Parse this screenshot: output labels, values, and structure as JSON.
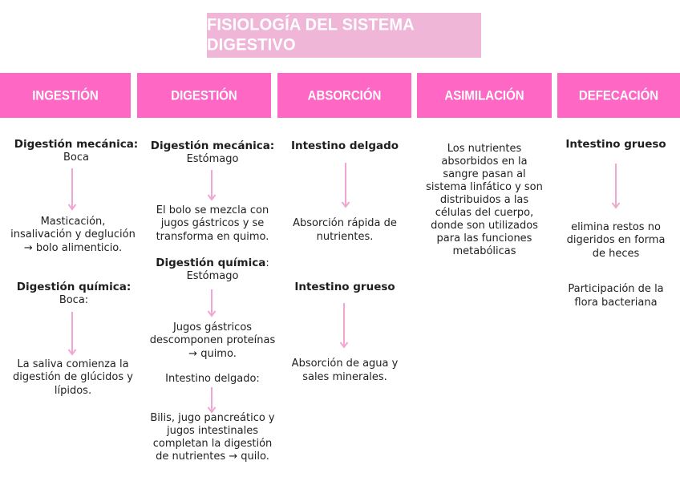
{
  "title": "FISIOLOGÍA DEL SISTEMA DIGESTIVO",
  "headers": [
    "INGESTIÓN",
    "DIGESTIÓN",
    "ABSORCIÓN",
    "ASIMILACIÓN",
    "DEFECACIÓN"
  ],
  "colors": {
    "title_bg": "#efb6d8",
    "header_bg": "#ff67c5",
    "arrow": "#f0a6d2",
    "text": "#1f1f1f"
  },
  "ingestion": {
    "mech_title": "Digestión mecánica:",
    "mech_organ": "Boca",
    "mech_desc_1": "Masticación,",
    "mech_desc_2": "insalivación y deglución",
    "mech_desc_3": "→ bolo alimenticio.",
    "chem_title": "Digestión química:",
    "chem_organ": "Boca:",
    "chem_desc_1": "La saliva comienza la",
    "chem_desc_2": "digestión de glúcidos y",
    "chem_desc_3": "lípidos."
  },
  "digestion": {
    "mech_title": "Digestión mecánica:",
    "mech_organ": "Estómago",
    "mech_desc_1": "El bolo se mezcla con",
    "mech_desc_2": "jugos gástricos y se",
    "mech_desc_3": "transforma en quimo.",
    "chem_title": "Digestión química",
    "chem_colon": ":",
    "chem_organ": "Estómago",
    "chem_desc_1": "Jugos gástricos",
    "chem_desc_2": "descomponen proteínas",
    "chem_desc_3": "→ quimo.",
    "intestine_label": "Intestino delgado:",
    "intestine_desc_1": "Bilis, jugo pancreático y",
    "intestine_desc_2": "jugos intestinales",
    "intestine_desc_3": "completan la digestión",
    "intestine_desc_4": "de nutrientes → quilo."
  },
  "absorption": {
    "small_title": "Intestino delgado",
    "small_desc_1": "Absorción rápida de",
    "small_desc_2": "nutrientes.",
    "large_title": "Intestino grueso",
    "large_desc_1": "Absorción de agua y",
    "large_desc_2": "sales minerales."
  },
  "assimilation": {
    "lines": [
      "Los nutrientes",
      "absorbidos en la",
      "sangre pasan al",
      "sistema linfático y son",
      "distribuidos a las",
      "células del cuerpo,",
      "donde son utilizados",
      "para las funciones",
      "metabólicas"
    ]
  },
  "defecation": {
    "title": "Intestino grueso",
    "desc_1": "elimina restos no",
    "desc_2": "digeridos en forma",
    "desc_3": "de heces",
    "extra_1": "Participación de la",
    "extra_2": "flora bacteriana"
  }
}
